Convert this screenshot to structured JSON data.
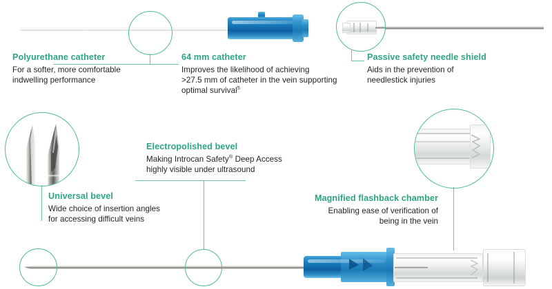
{
  "diagram": {
    "title": "Introcan Safety Deep Access IV catheter feature callouts",
    "accent_green": "#2ca580",
    "line_green": "#6cc3a2",
    "body_text_color": "#231f20",
    "device_blue": "#1477b8"
  },
  "callouts": [
    {
      "id": "polyurethane-catheter",
      "title": "Polyurethane catheter",
      "body_lines": [
        "For a softer, more comfortable",
        "indwelling performance"
      ],
      "align": "left"
    },
    {
      "id": "64-mm-catheter",
      "title": "64 mm catheter",
      "body_lines": [
        "Improves the likelihood of achieving",
        ">27.5 mm of catheter in the vein supporting",
        "optimal survival"
      ],
      "footnote": "5",
      "align": "left"
    },
    {
      "id": "passive-safety-needle-shield",
      "title": "Passive safety needle shield",
      "body_lines": [
        "Aids in the prevention of",
        "needlestick injuries"
      ],
      "align": "left"
    },
    {
      "id": "electropolished-bevel",
      "title": "Electropolished bevel",
      "body_lines": [
        "Making Introcan Safety",
        " Deep Access",
        "highly visible under ultrasound"
      ],
      "trademark": "®",
      "align": "left"
    },
    {
      "id": "universal-bevel",
      "title": "Universal bevel",
      "body_lines": [
        "Wide choice of insertion angles",
        "for accessing difficult veins"
      ],
      "align": "left"
    },
    {
      "id": "magnified-flashback-chamber",
      "title": "Magnified flashback chamber",
      "body_lines": [
        "Enabling ease of verification of",
        "being in the vein"
      ],
      "align": "right"
    }
  ]
}
